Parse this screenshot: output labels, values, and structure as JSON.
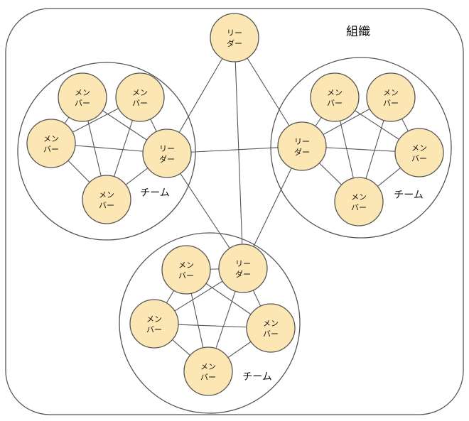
{
  "organization": {
    "title": "組織",
    "leader": {
      "line1": "リー",
      "line2": "ダー"
    }
  },
  "teams": [
    {
      "label": "チーム",
      "members": [
        {
          "line1": "メン",
          "line2": "バー"
        },
        {
          "line1": "メン",
          "line2": "バー"
        },
        {
          "line1": "メン",
          "line2": "バー"
        },
        {
          "line1": "メン",
          "line2": "バー"
        }
      ],
      "leader": {
        "line1": "リー",
        "line2": "ダー"
      }
    },
    {
      "label": "チーム",
      "members": [
        {
          "line1": "メン",
          "line2": "バー"
        },
        {
          "line1": "メン",
          "line2": "バー"
        },
        {
          "line1": "メン",
          "line2": "バー"
        },
        {
          "line1": "メン",
          "line2": "バー"
        }
      ],
      "leader": {
        "line1": "リー",
        "line2": "ダー"
      }
    },
    {
      "label": "チーム",
      "members": [
        {
          "line1": "メン",
          "line2": "バー"
        },
        {
          "line1": "メン",
          "line2": "バー"
        },
        {
          "line1": "メン",
          "line2": "バー"
        },
        {
          "line1": "メン",
          "line2": "バー"
        }
      ],
      "leader": {
        "line1": "リー",
        "line2": "ダー"
      }
    }
  ],
  "colors": {
    "node_fill": "#fbe6b4",
    "stroke": "#555555",
    "background": "#ffffff"
  }
}
